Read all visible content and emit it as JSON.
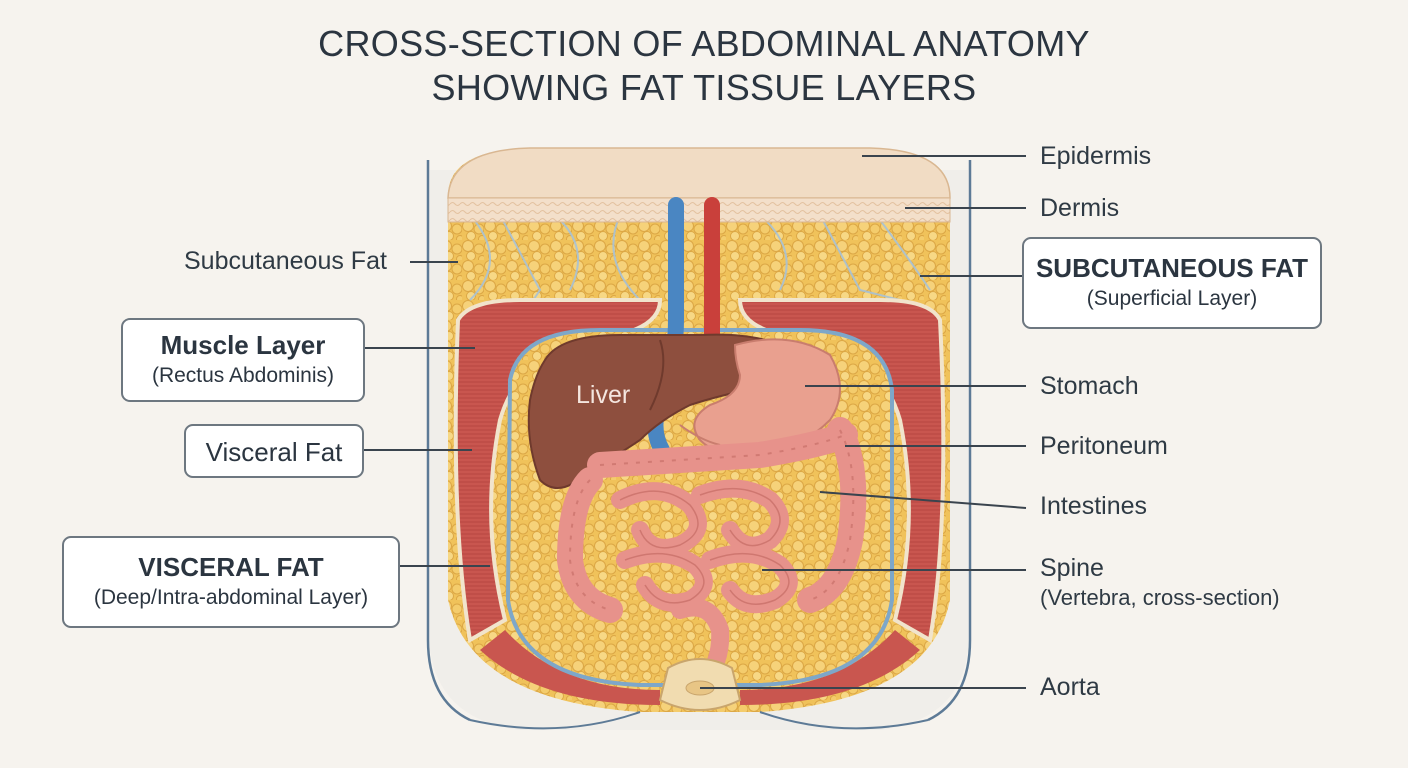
{
  "title": {
    "line1": "CROSS-SECTION OF ABDOMINAL ANATOMY",
    "line2": "SHOWING FAT TISSUE LAYERS"
  },
  "labels": {
    "epidermis": "Epidermis",
    "dermis": "Dermis",
    "subcutaneous_fat": "Subcutaneous Fat",
    "stomach": "Stomach",
    "peritoneum": "Peritoneum",
    "intestines": "Intestines",
    "spine": "Spine",
    "spine_sub": "(Vertebra, cross-section)",
    "aorta": "Aorta",
    "visceral_fat": "Visceral Fat",
    "liver": "Liver"
  },
  "boxes": {
    "subcutaneous_main": "SUBCUTANEOUS FAT",
    "subcutaneous_sub": "(Superficial Layer)",
    "muscle_main": "Muscle Layer",
    "muscle_sub": "(Rectus Abdominis)",
    "visceral_main": "VISCERAL FAT",
    "visceral_sub": "(Deep/Intra-abdominal Layer)"
  },
  "colors": {
    "background": "#f6f3ee",
    "skin": "#f1dcc4",
    "fat": "#f0c25a",
    "muscle": "#c9564f",
    "liver": "#8e4f3e",
    "intestine": "#e7928b",
    "stomach": "#e9a08f",
    "vein": "#4a86c2",
    "artery": "#c9403b",
    "line": "#3a444e"
  }
}
